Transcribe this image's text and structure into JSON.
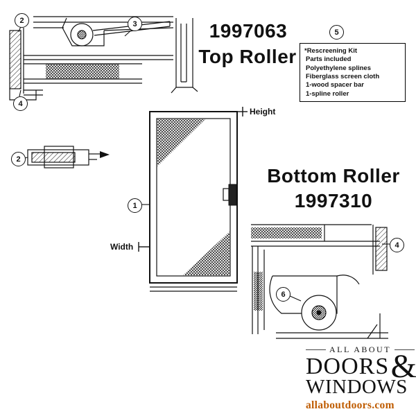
{
  "titles": {
    "top_part_number": "1997063",
    "top_part_name": "Top Roller",
    "bottom_part_name": "Bottom Roller",
    "bottom_part_number": "1997310"
  },
  "kit_box": {
    "title": "*Rescreening Kit",
    "lines": [
      "Parts included",
      "Polyethylene splines",
      "Fiberglass screen cloth",
      "1-wood spacer bar",
      "1-spline roller"
    ]
  },
  "door": {
    "height_label": "Height",
    "width_label": "Width"
  },
  "callouts": {
    "top_jamb": "2",
    "tension_arm": "3",
    "jamb_bottom": "4",
    "sill_section": "2",
    "door_panel": "1",
    "kit": "5",
    "right_jamb": "4",
    "bottom_roller": "6"
  },
  "logo": {
    "tagline": "ALL ABOUT",
    "word1": "DOORS",
    "ampersand": "&",
    "word2": "WINDOWS",
    "website": "allaboutdoors.com"
  },
  "colors": {
    "ink": "#111111",
    "website_accent": "#bf5c00"
  }
}
